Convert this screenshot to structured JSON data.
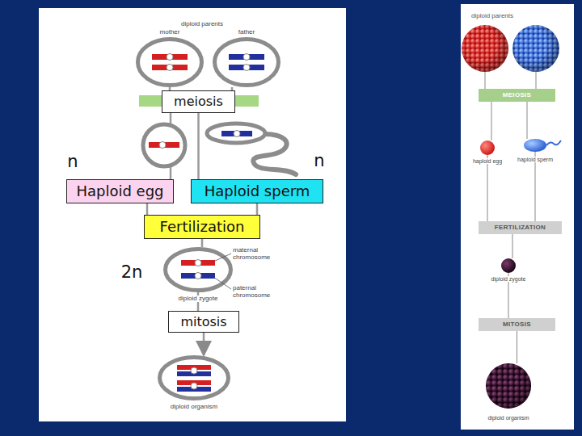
{
  "diagram": {
    "nodes": [
      {
        "text": [
          "mother"
        ]
      },
      {
        "text": [
          "father"
        ]
      },
      {
        "text": [
          "meiosis"
        ]
      },
      {
        "text": [
          "Haploid egg"
        ]
      },
      {
        "text": [
          "Haploid sperm"
        ]
      },
      {
        "text": [
          "Fertilization"
        ]
      },
      {
        "text": [
          "diploid zygote"
        ]
      },
      {
        "text": [
          "mitosis"
        ]
      },
      {
        "text": [
          "diploid organism"
        ]
      },
      {
        "text": [
          "MEIOSIS"
        ]
      },
      {
        "text": [
          "haploid egg"
        ]
      },
      {
        "text": [
          "haploid sperm"
        ]
      },
      {
        "text": [
          "FERTILIZATION"
        ]
      },
      {
        "text": [
          "diploid zygote"
        ]
      },
      {
        "text": [
          "MITOSIS"
        ]
      },
      {
        "text": [
          "diploid organism"
        ]
      }
    ],
    "edges": [
      {
        "from": 0,
        "to": 2,
        "arrow": "none"
      },
      {
        "from": 1,
        "to": 2,
        "arrow": "none"
      },
      {
        "from": 2,
        "to": 3,
        "arrow": "none"
      },
      {
        "from": 2,
        "to": 4,
        "arrow": "none"
      },
      {
        "from": 3,
        "to": 5,
        "arrow": "none"
      },
      {
        "from": 4,
        "to": 5,
        "arrow": "none"
      },
      {
        "from": 5,
        "to": 6,
        "arrow": "none"
      },
      {
        "from": 6,
        "to": 7,
        "arrow": "none"
      },
      {
        "from": 7,
        "to": 8,
        "arrow": "to"
      },
      {
        "from": 9,
        "to": 10,
        "arrow": "none"
      },
      {
        "from": 9,
        "to": 11,
        "arrow": "none"
      },
      {
        "from": 10,
        "to": 12,
        "arrow": "none"
      },
      {
        "from": 11,
        "to": 12,
        "arrow": "none"
      },
      {
        "from": 12,
        "to": 13,
        "arrow": "none"
      },
      {
        "from": 13,
        "to": 14,
        "arrow": "none"
      },
      {
        "from": 14,
        "to": 15,
        "arrow": "none"
      }
    ],
    "labels": [
      "diploid parents",
      "n",
      "n",
      "2n",
      "maternal chromosome",
      "paternal chromosome",
      "diploid parents"
    ]
  }
}
